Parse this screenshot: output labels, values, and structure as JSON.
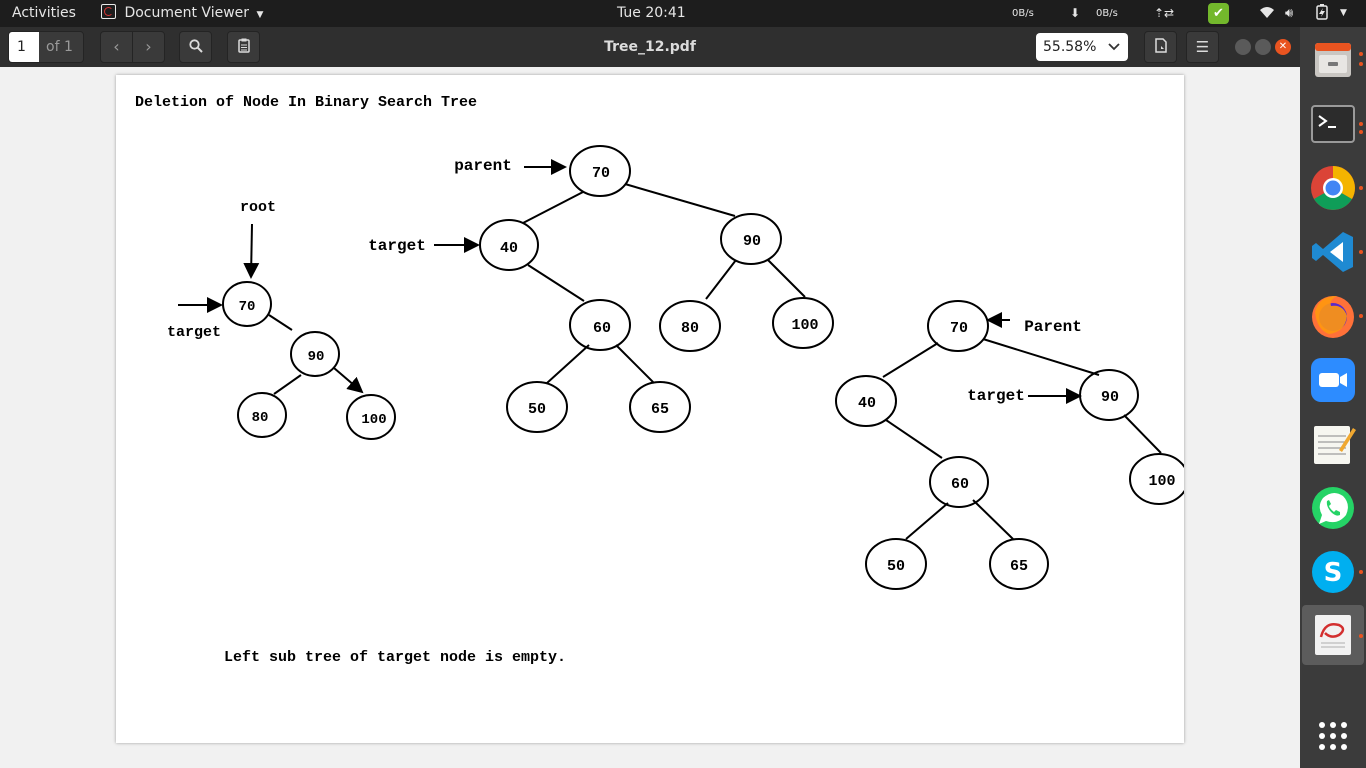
{
  "topbar": {
    "activities": "Activities",
    "app_menu": "Document Viewer",
    "clock": "Tue 20:41",
    "net_up": "0B/s",
    "net_down": "0B/s"
  },
  "header": {
    "page_number": "1",
    "page_total": "of 1",
    "file_title": "Tree_12.pdf",
    "zoom_level": "55.58%"
  },
  "document": {
    "heading": "Deletion of Node In Binary Search Tree",
    "caption": "Left sub tree of target node is empty.",
    "tree1": {
      "root_label": "root",
      "target_label": "target",
      "nodes": [
        "70",
        "90",
        "80",
        "100"
      ]
    },
    "tree2": {
      "parent_label": "parent",
      "target_label": "target",
      "nodes": [
        "70",
        "40",
        "90",
        "60",
        "80",
        "100",
        "50",
        "65"
      ]
    },
    "tree3": {
      "parent_label": "Parent",
      "target_label": "target",
      "nodes": [
        "70",
        "40",
        "90",
        "60",
        "100",
        "50",
        "65"
      ]
    }
  },
  "colors": {
    "topbar": "#1d1d1d",
    "header": "#2f2f2f",
    "dock": "#3b3b3b",
    "accent_orange": "#e95420",
    "check_green": "#73b82c"
  }
}
